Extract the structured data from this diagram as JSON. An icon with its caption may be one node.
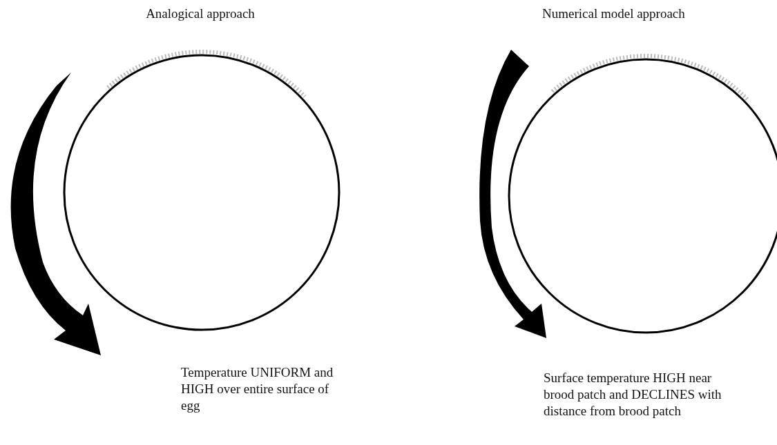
{
  "diagram": {
    "nodes": [
      {
        "text": [],
        "shape": "circle"
      },
      {
        "text": [],
        "shape": "circle"
      }
    ],
    "labels": [
      "Analogical approach",
      "Numerical model approach",
      "Temperature UNIFORM and HIGH over entire surface of egg",
      "Surface temperature HIGH near brood patch and DECLINES with distance from brood patch"
    ]
  }
}
